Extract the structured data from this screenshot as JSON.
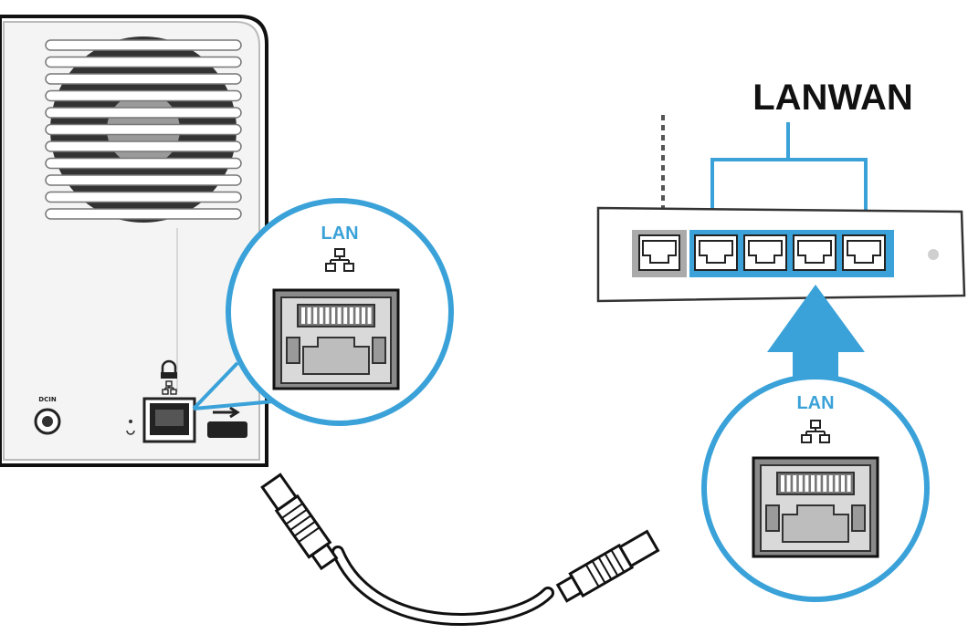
{
  "router": {
    "label": "LANWAN",
    "lan_port_count": 4
  },
  "nas": {
    "power_label": "DCIN"
  },
  "callout_nas": {
    "label": "LAN",
    "icon": "network-icon"
  },
  "callout_router": {
    "label": "LAN",
    "icon": "network-icon"
  },
  "colors": {
    "accent": "#3aa2d8",
    "outline": "#111111",
    "port_fill": "#d9d9d9",
    "port_dark": "#8a8a8a",
    "fan": "#333333"
  }
}
